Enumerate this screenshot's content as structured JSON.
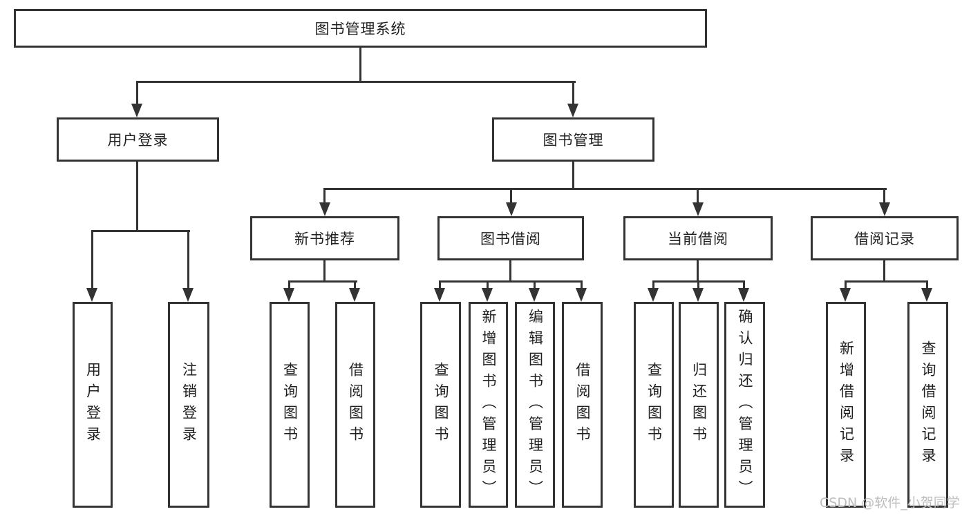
{
  "tree": {
    "root": {
      "label": "图书管理系统"
    },
    "user_branch": {
      "label": "用户登录",
      "children": [
        {
          "label": "用户登录"
        },
        {
          "label": "注销登录"
        }
      ]
    },
    "book_branch": {
      "label": "图书管理",
      "groups": [
        {
          "label": "新书推荐",
          "children": [
            {
              "label": "查询图书"
            },
            {
              "label": "借阅图书"
            }
          ]
        },
        {
          "label": "图书借阅",
          "children": [
            {
              "label": "查询图书"
            },
            {
              "label": "新增图书（管理员）"
            },
            {
              "label": "编辑图书（管理员）"
            },
            {
              "label": "借阅图书"
            }
          ]
        },
        {
          "label": "当前借阅",
          "children": [
            {
              "label": "查询图书"
            },
            {
              "label": "归还图书"
            },
            {
              "label": "确认归还（管理员）"
            }
          ]
        },
        {
          "label": "借阅记录",
          "children": [
            {
              "label": "新增借阅记录"
            },
            {
              "label": "查询借阅记录"
            }
          ]
        }
      ]
    }
  },
  "watermark": {
    "text": "CSDN @软件_小贺同学"
  },
  "colors": {
    "line": "#333333",
    "text": "#1f1f1f",
    "watermark": "#bdbdbd",
    "background": "#ffffff"
  }
}
